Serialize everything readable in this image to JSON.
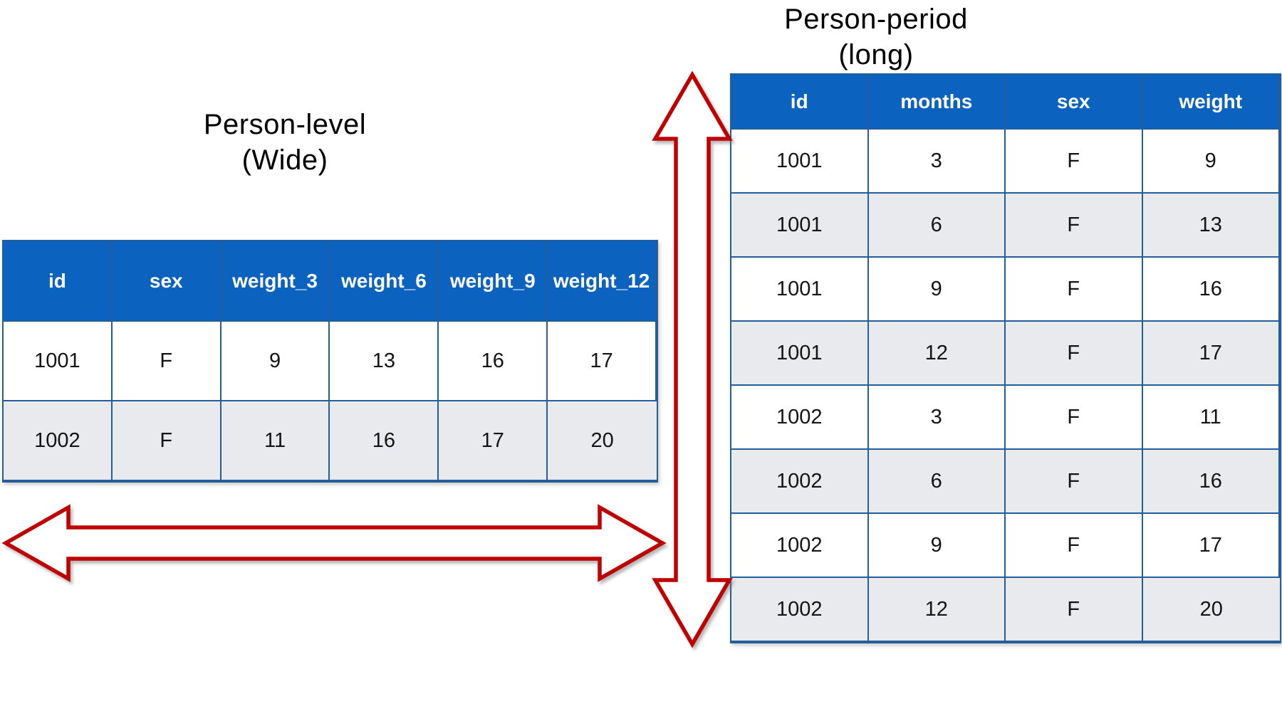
{
  "left_panel": {
    "title_line1": "Person-level",
    "title_line2": "(Wide)",
    "table": {
      "columns": [
        "id",
        "sex",
        "weight_3",
        "weight_6",
        "weight_9",
        "weight_12"
      ],
      "rows": [
        [
          "1001",
          "F",
          "9",
          "13",
          "16",
          "17"
        ],
        [
          "1002",
          "F",
          "11",
          "16",
          "17",
          "20"
        ]
      ]
    }
  },
  "right_panel": {
    "title_line1": "Person-period",
    "title_line2": "(long)",
    "table": {
      "columns": [
        "id",
        "months",
        "sex",
        "weight"
      ],
      "rows": [
        [
          "1001",
          "3",
          "F",
          "9"
        ],
        [
          "1001",
          "6",
          "F",
          "13"
        ],
        [
          "1001",
          "9",
          "F",
          "16"
        ],
        [
          "1001",
          "12",
          "F",
          "17"
        ],
        [
          "1002",
          "3",
          "F",
          "11"
        ],
        [
          "1002",
          "6",
          "F",
          "16"
        ],
        [
          "1002",
          "9",
          "F",
          "17"
        ],
        [
          "1002",
          "12",
          "F",
          "20"
        ]
      ]
    }
  },
  "icons": {
    "horizontal_arrow": "double-headed-arrow-horizontal",
    "vertical_arrow": "double-headed-arrow-vertical"
  },
  "colors": {
    "header_bg": "#0b63bf",
    "table_border": "#235e9b",
    "row_alt_bg": "#e8eaed",
    "arrow_red": "#c00000",
    "text": "#141414",
    "header_text": "#ffffff"
  }
}
